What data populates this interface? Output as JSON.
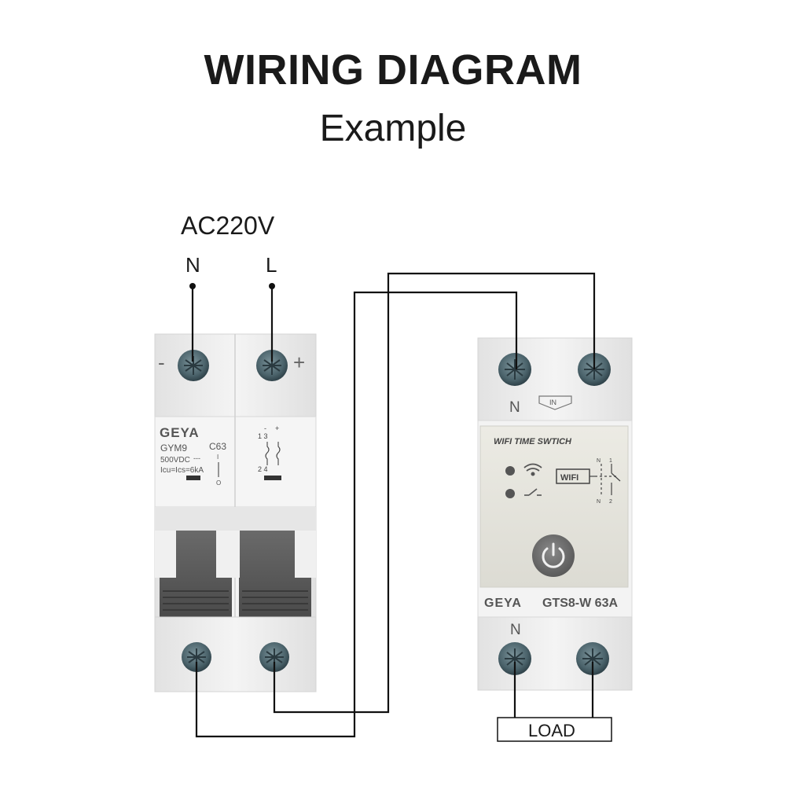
{
  "header": {
    "title": "WIRING DIAGRAM",
    "subtitle": "Example"
  },
  "supply": {
    "voltage_label": "AC220V",
    "neutral_label": "N",
    "line_label": "L"
  },
  "breaker": {
    "brand": "GEYA",
    "model": "GYM9",
    "rating": "C63",
    "voltage": "500VDC",
    "dc_symbol": "---",
    "breaking_capacity": "Icu=Ics=6kA",
    "on_mark": "I",
    "off_mark": "O",
    "minus_mark": "-",
    "plus_mark": "+",
    "pole_top_labels": "1  3",
    "pole_bottom_labels": "2  4",
    "plus_small": "+",
    "minus_small": "-"
  },
  "timer": {
    "brand": "GEYA",
    "model": "GTS8-W 63A",
    "panel_title": "WIFI TIME SWTICH",
    "wifi_badge": "WIFI",
    "in_label": "IN",
    "top_n_label": "N",
    "bottom_n_label": "N",
    "diagram_n_top": "N",
    "diagram_1": "1",
    "diagram_n_bottom": "N",
    "diagram_2": "2"
  },
  "load": {
    "label": "LOAD"
  },
  "colors": {
    "device_body": "#eeeeee",
    "panel_face": "#e6e6df",
    "handle": "#5e5e5e",
    "wire": "#111111",
    "screw": "#4f6a72",
    "power_button": "#6b6b6b"
  },
  "icons": [
    "wifi-icon",
    "switch-icon",
    "power-icon",
    "screw-icon"
  ]
}
